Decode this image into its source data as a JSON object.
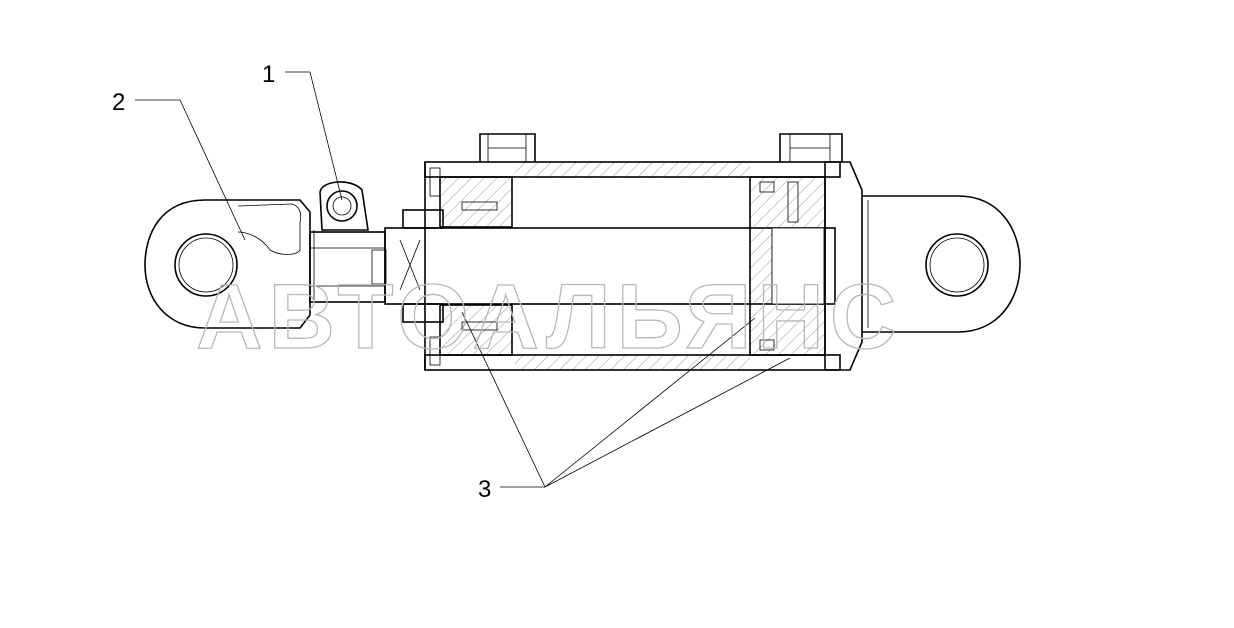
{
  "callouts": {
    "one": "1",
    "two": "2",
    "three": "3"
  },
  "watermark": "АВТОАЛЬЯНС",
  "colors": {
    "line": "#000000",
    "watermark": "#b8b8b8",
    "background": "#ffffff"
  }
}
